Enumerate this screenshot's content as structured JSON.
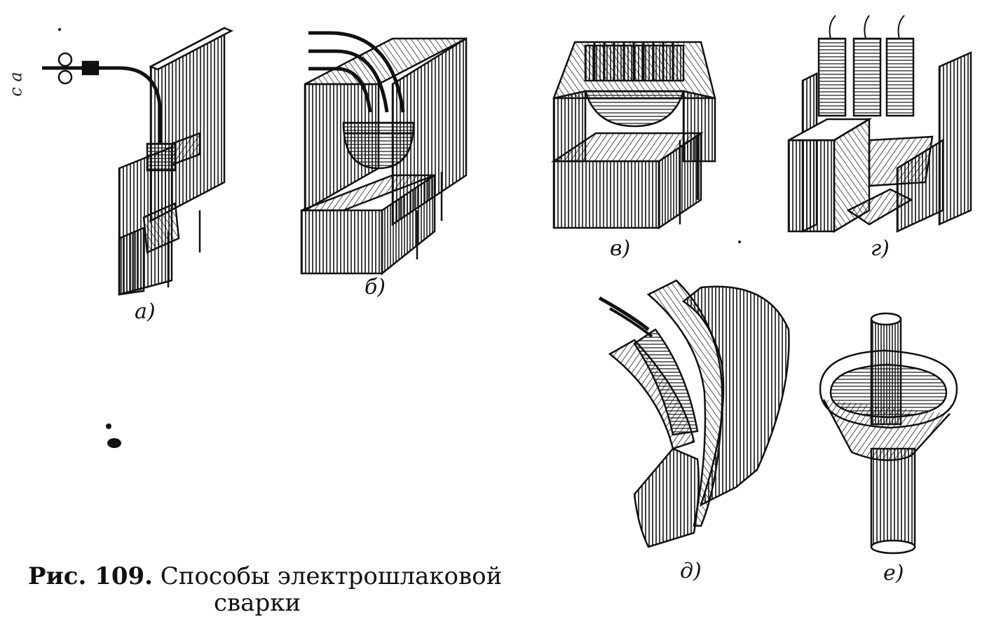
{
  "figure": {
    "caption": {
      "prefix": "Рис. 109.",
      "line1": "Способы электрошлаковой",
      "line2": "сварки"
    },
    "side_marker": "с а",
    "panels": [
      {
        "id": "a",
        "label": "а)"
      },
      {
        "id": "b",
        "label": "б)"
      },
      {
        "id": "v",
        "label": "в)"
      },
      {
        "id": "g",
        "label": "г)"
      },
      {
        "id": "d",
        "label": "д)"
      },
      {
        "id": "e",
        "label": "е)"
      }
    ]
  },
  "colors": {
    "ink": "#111111",
    "paper": "#ffffff"
  }
}
